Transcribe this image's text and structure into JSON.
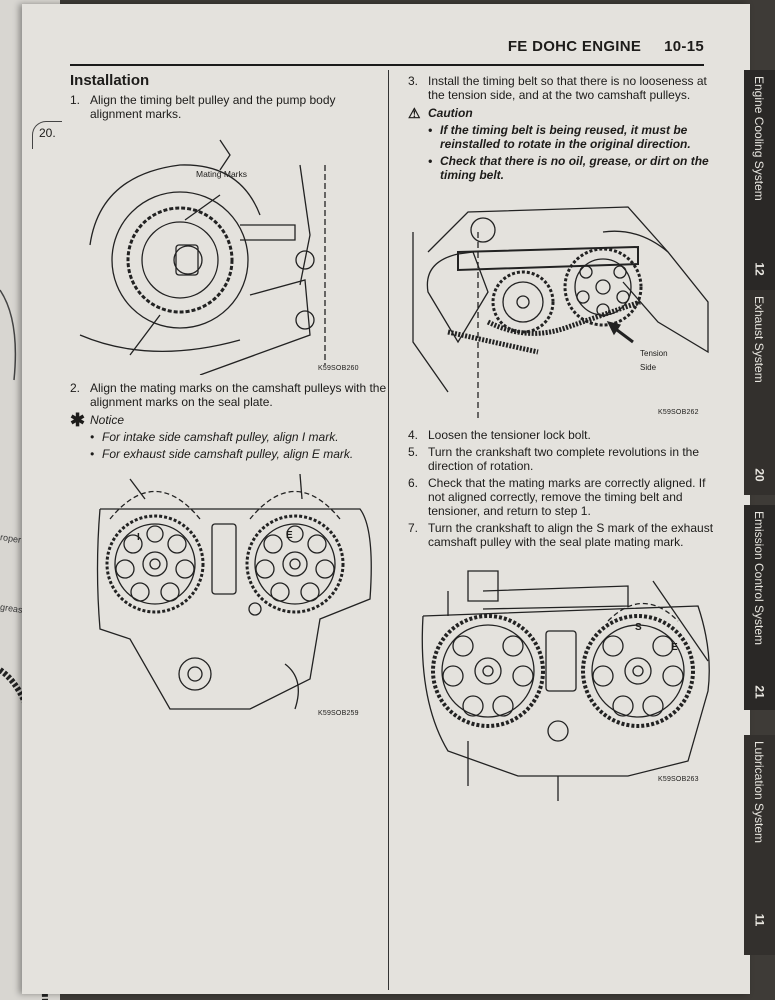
{
  "header": {
    "title": "FE DOHC ENGINE",
    "page": "10-15"
  },
  "margin_ref": "20.",
  "left_column": {
    "heading": "Installation",
    "steps": [
      {
        "num": "1.",
        "text": "Align the timing belt pulley and the pump body alignment marks."
      },
      {
        "num": "2.",
        "text": "Align the mating marks on the camshaft pulleys with the alignment marks on the seal plate."
      }
    ],
    "figure1": {
      "label": "Mating Marks",
      "code": "K59SOB260"
    },
    "notice": {
      "symbol": "✱",
      "title": "Notice",
      "items": [
        "For intake side camshaft pulley, align I mark.",
        "For exhaust side camshaft pulley, align E mark."
      ]
    },
    "figure2": {
      "code": "K59SOB259",
      "mark_i": "I",
      "mark_e": "E"
    }
  },
  "right_column": {
    "step3": {
      "num": "3.",
      "text": "Install the timing belt so that there is no looseness at the tension side, and at the two camshaft pulleys."
    },
    "caution": {
      "symbol": "⚠",
      "title": "Caution",
      "items": [
        "If the timing belt is being reused, it must be reinstalled to rotate in the original direction.",
        "Check that there is no oil, grease, or dirt on the timing belt."
      ]
    },
    "figure3": {
      "label_line1": "Tension",
      "label_line2": "Side",
      "code": "K59SOB262"
    },
    "steps": [
      {
        "num": "4.",
        "text": "Loosen the tensioner lock bolt."
      },
      {
        "num": "5.",
        "text": "Turn the crankshaft two complete revolutions in the direction of rotation."
      },
      {
        "num": "6.",
        "text": "Check that the mating marks are correctly aligned. If not aligned correctly, remove the timing belt and tensioner, and return to step 1."
      },
      {
        "num": "7.",
        "text": "Turn the crankshaft to align the S mark of the exhaust camshaft pulley with the seal plate mating mark."
      }
    ],
    "figure4": {
      "code": "K59SOB263",
      "mark_s": "S",
      "mark_e": "E"
    }
  },
  "tabs": [
    {
      "label": "Engine Cooling System",
      "num": "12"
    },
    {
      "label": "Exhaust System",
      "num": "20"
    },
    {
      "label": "Emission Control System",
      "num": "21"
    },
    {
      "label": "Lubrication System",
      "num": "11"
    }
  ],
  "underlying_page": [
    "roper tensi",
    "grease on t"
  ]
}
